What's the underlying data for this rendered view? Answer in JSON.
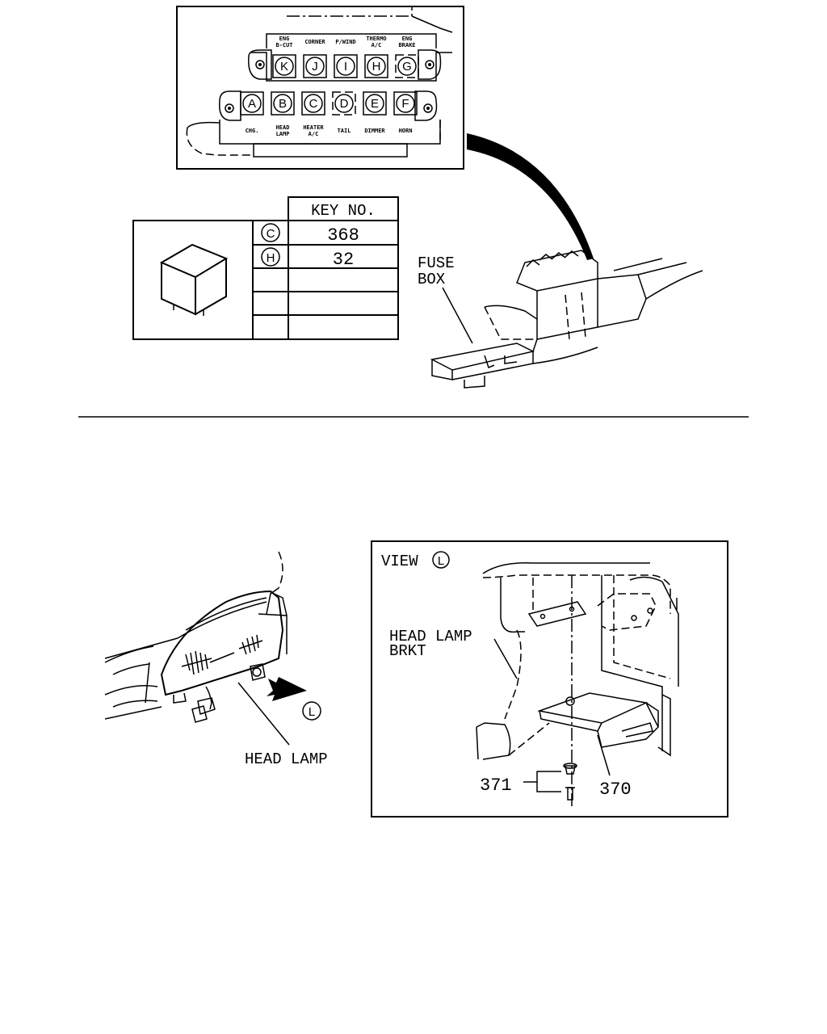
{
  "fuse_box_inset": {
    "top_labels": [
      "ENG\nB-CUT",
      "CORNER",
      "P/WIND",
      "THERMO\nA/C",
      "ENG\nBRAKE"
    ],
    "top_letters": [
      "K",
      "J",
      "I",
      "H",
      "G"
    ],
    "bottom_letters": [
      "A",
      "B",
      "C",
      "D",
      "E",
      "F"
    ],
    "bottom_labels": [
      "CHG.",
      "HEAD\nLAMP",
      "HEATER\nA/C",
      "TAIL",
      "DIMMER",
      "HORN"
    ]
  },
  "key_table": {
    "header": "KEY NO.",
    "rows": [
      {
        "letter": "C",
        "key": "368"
      },
      {
        "letter": "H",
        "key": "32"
      },
      {
        "letter": "",
        "key": ""
      },
      {
        "letter": "",
        "key": ""
      },
      {
        "letter": "",
        "key": ""
      }
    ]
  },
  "fuse_box_label": [
    "FUSE",
    "BOX"
  ],
  "head_lamp_view": {
    "label": "HEAD LAMP",
    "view_marker": "L"
  },
  "view_l_inset": {
    "title": "VIEW",
    "title_marker": "L",
    "bracket_label": [
      "HEAD  LAMP",
      "BRKT"
    ],
    "part_numbers": [
      "371",
      "370"
    ]
  }
}
